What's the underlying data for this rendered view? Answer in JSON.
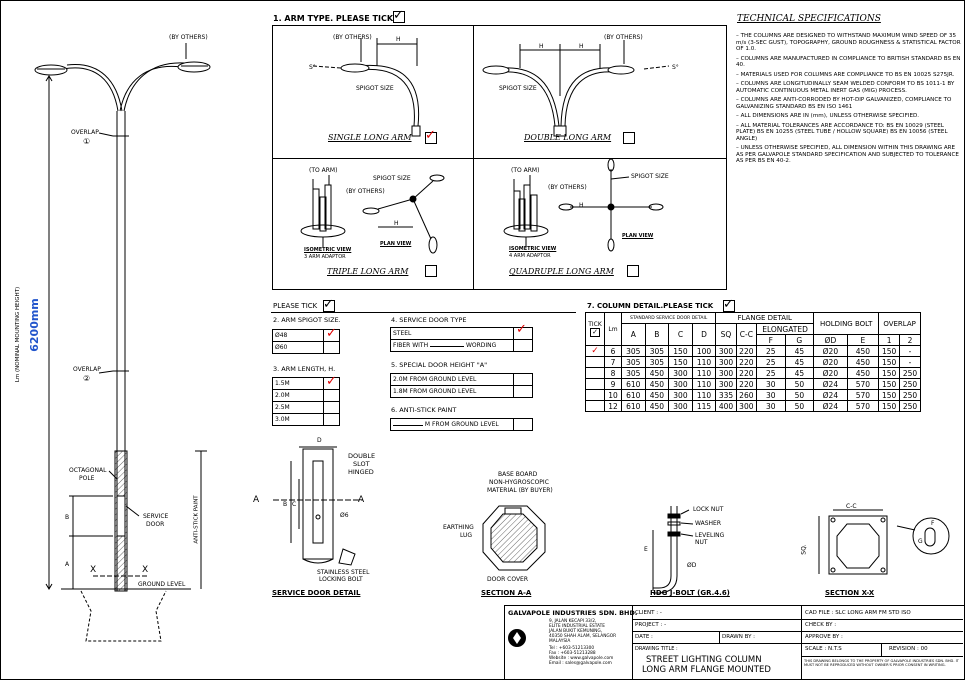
{
  "pole": {
    "by_others": "(BY OTHERS)",
    "overlap1": "OVERLAP",
    "overlap1_num": "①",
    "overlap2": "OVERLAP",
    "overlap2_num": "②",
    "height_label": "Lm (NOMINAL MOUNTING HEIGHT)",
    "height_value": "6200mm",
    "octagonal": "OCTAGONAL",
    "pole_word": "POLE",
    "service_door": "SERVICE",
    "service_door2": "DOOR",
    "anti_stick": "ANTI-STICK PAINT",
    "ground_level": "GROUND LEVEL",
    "x_left": "X",
    "x_right": "X",
    "dim_a": "A",
    "dim_b": "B"
  },
  "arm_type": {
    "heading": "1. ARM TYPE. PLEASE TICK",
    "single": {
      "title": "SINGLE LONG ARM",
      "by_others": "(BY OTHERS)",
      "h": "H",
      "s": "S°",
      "spigot": "SPIGOT SIZE",
      "ticked": true
    },
    "double": {
      "title": "DOUBLE LONG ARM",
      "by_others": "(BY OTHERS)",
      "h": "H",
      "s": "S°",
      "spigot": "SPIGOT SIZE",
      "ticked": false
    },
    "triple": {
      "title": "TRIPLE LONG ARM",
      "to_arm": "(TO ARM)",
      "by_others": "(BY OTHERS)",
      "spigot": "SPIGOT SIZE",
      "h": "H",
      "iso": "ISOMETRIC VIEW",
      "adaptor": "3 ARM ADAPTOR",
      "plan": "PLAN VIEW",
      "ticked": false
    },
    "quad": {
      "title": "QUADRUPLE LONG ARM",
      "to_arm": "(TO ARM)",
      "by_others": "(BY OTHERS)",
      "spigot": "SPIGOT SIZE",
      "h": "H",
      "iso": "ISOMETRIC VIEW",
      "adaptor": "4 ARM ADAPTOR",
      "plan": "PLAN VIEW",
      "ticked": false
    }
  },
  "options": {
    "please_tick": "PLEASE TICK",
    "spigot_heading": "2. ARM SPIGOT SIZE.",
    "spigot": [
      {
        "label": "Ø48",
        "ticked": true
      },
      {
        "label": "Ø60",
        "ticked": false
      }
    ],
    "length_heading": "3. ARM LENGTH, H.",
    "length": [
      {
        "label": "1.5M",
        "ticked": true
      },
      {
        "label": "2.0M",
        "ticked": false
      },
      {
        "label": "2.5M",
        "ticked": false
      },
      {
        "label": "3.0M",
        "ticked": false
      }
    ],
    "door_heading": "4. SERVICE DOOR TYPE",
    "door_steel": "STEEL",
    "door_fiber": "FIBER WITH",
    "door_wording": "WORDING",
    "door_height_heading": "5. SPECIAL DOOR HEIGHT \"A\"",
    "door_heights": [
      "2.0M FROM GROUND LEVEL",
      "1.8M FROM GROUND LEVEL"
    ],
    "antistick_heading": "6. ANTI-STICK PAINT",
    "antistick_value": "M FROM GROUND LEVEL"
  },
  "column": {
    "heading": "7. COLUMN DETAIL.PLEASE TICK",
    "header_tick": "TICK",
    "header_lm": "Lm",
    "std_door": "STANDARD SERVICE DOOR DETAIL",
    "flange_detail": "FLANGE DETAIL",
    "elongated": "ELONGATED",
    "holding_bolt": "HOLDING BOLT",
    "overlap": "OVERLAP",
    "cols": [
      "A",
      "B",
      "C",
      "D",
      "SQ",
      "C-C",
      "F",
      "G",
      "ØD",
      "E",
      "1",
      "2"
    ],
    "rows": [
      {
        "lm": "6",
        "v": [
          "305",
          "305",
          "150",
          "100",
          "300",
          "220",
          "25",
          "45",
          "Ø20",
          "450",
          "150",
          "-"
        ],
        "ticked": true
      },
      {
        "lm": "7",
        "v": [
          "305",
          "305",
          "150",
          "110",
          "300",
          "220",
          "25",
          "45",
          "Ø20",
          "450",
          "150",
          "-"
        ],
        "ticked": false
      },
      {
        "lm": "8",
        "v": [
          "305",
          "450",
          "300",
          "110",
          "300",
          "220",
          "25",
          "45",
          "Ø20",
          "450",
          "150",
          "250"
        ],
        "ticked": false
      },
      {
        "lm": "9",
        "v": [
          "610",
          "450",
          "300",
          "110",
          "300",
          "220",
          "30",
          "50",
          "Ø24",
          "570",
          "150",
          "250"
        ],
        "ticked": false
      },
      {
        "lm": "10",
        "v": [
          "610",
          "450",
          "300",
          "110",
          "335",
          "260",
          "30",
          "50",
          "Ø24",
          "570",
          "150",
          "250"
        ],
        "ticked": false
      },
      {
        "lm": "12",
        "v": [
          "610",
          "450",
          "300",
          "115",
          "400",
          "300",
          "30",
          "50",
          "Ø24",
          "570",
          "150",
          "250"
        ],
        "ticked": false
      }
    ]
  },
  "specs": {
    "title": "TECHNICAL SPECIFICATIONS",
    "items": [
      "– THE COLUMNS ARE DESIGNED TO WITHSTAND MAXIMUM WIND SPEED OF 35 m/s (3-SEC GUST), TOPOGRAPHY, GROUND ROUGHNESS & STATISTICAL FACTOR OF 1.0.",
      "– COLUMNS ARE MANUFACTURED IN COMPLIANCE TO BRITISH STANDARD BS EN 40.",
      "– MATERIALS USED FOR COLUMNS ARE COMPLIANCE TO BS EN 10025 S275JR.",
      "– COLUMNS ARE LONGITUDINALLY SEAM WELDED CONFORM TO BS 1011-1 BY AUTOMATIC CONTINUOUS METAL INERT GAS (MIG) PROCESS.",
      "– COLUMNS ARE ANTI-CORRODED BY HOT-DIP GALVANIZED, COMPLIANCE TO GALVANIZING STANDARD BS EN ISO 1461",
      "– ALL DIMENSIONS ARE IN (mm), UNLESS OTHERWISE SPECIFIED.",
      "– ALL MATERIAL TOLERANCES ARE ACCORDANCE TO: BS EN 10029 (STEEL PLATE) BS EN 10255 (STEEL TUBE / HOLLOW SQUARE) BS EN 10056 (STEEL ANGLE)",
      "– UNLESS OTHERWISE SPECIFIED, ALL DIMENSION WITHIN THIS DRAWING ARE AS PER GALVAPOLE STANDARD SPECIFICATION AND SUBJECTED TO TOLERANCE AS PER BS EN 40-2."
    ]
  },
  "details": {
    "service_door_title": "SERVICE DOOR DETAIL",
    "double_slot": "DOUBLE",
    "double_slot2": "SLOT",
    "hinged": "HINGED",
    "a_left": "A",
    "a_right": "A",
    "d": "D",
    "b": "B",
    "c": "C",
    "phi6": "Ø6",
    "stainless": "STAINLESS STEEL",
    "locking": "LOCKING BOLT",
    "section_aa": "SECTION A-A",
    "base_board": "BASE BOARD",
    "non_hygro": "NON-HYGROSCOPIC",
    "material": "MATERIAL (BY BUYER)",
    "earthing": "EARTHING",
    "lug": "LUG",
    "door_cover": "DOOR COVER",
    "jbolt_title": "HDG J-BOLT (GR.4.6)",
    "lock_nut": "LOCK NUT",
    "washer": "WASHER",
    "leveling": "LEVELING",
    "nut": "NUT",
    "od": "ØD",
    "e": "E",
    "section_xx": "SECTION X-X",
    "cc": "C-C",
    "sq": "SQ.",
    "f": "F",
    "g": "G"
  },
  "title_block": {
    "company": "GALVAPOLE INDUSTRIES SDN. BHD.",
    "address": [
      "9, JALAN KECAPI 33/2,",
      "ELITE INDUSTRIAL ESTATE",
      "JALAN BUKIT KEMUNING,",
      "40350 SHAH ALAM, SELANGOR",
      "MALAYSIA"
    ],
    "tel": "Tel : +603-51213300",
    "fax": "Fax : +603-51213288",
    "web": "Website : www.galvapole.com",
    "email": "Email : sales@galvapole.com",
    "client": "CLIENT : -",
    "project": "PROJECT : -",
    "date": "DATE :",
    "drawn_by": "DRAWN BY :",
    "drawing_title_label": "DRAWING TITLE :",
    "drawing_title": "STREET LIGHTING COLUMN",
    "drawing_title2": "LONG ARM FLANGE MOUNTED",
    "cad_file": "CAD FILE : SLC LONG ARM FM STD ISO",
    "check_by": "CHECK BY :",
    "approve_by": "APPROVE BY :",
    "scale": "SCALE : N.T.S",
    "revision": "REVISION : 00",
    "notice": "THIS DRAWING BELONGS TO THE PROPERTY OF GALVAPOLE INDUSTRIES SDN. BHD. IT MUST NOT BE REPRODUCED WITHOUT OWNER'S PRIOR CONSENT IN WRITING."
  }
}
